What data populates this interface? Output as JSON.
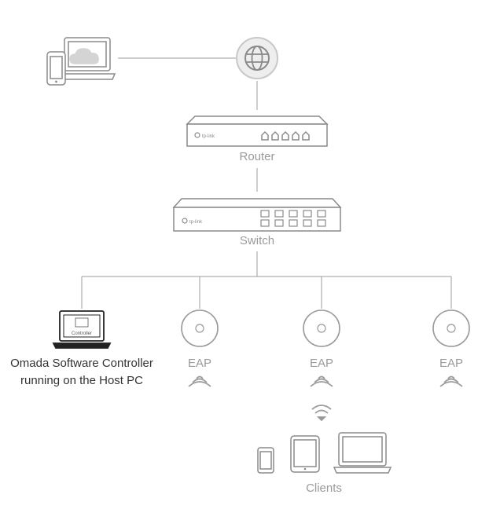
{
  "nodes": {
    "router": {
      "label": "Router",
      "brand": "tp-link"
    },
    "switch": {
      "label": "Switch",
      "brand": "tp-link"
    },
    "controller": {
      "screen_label": "Controller",
      "caption_line1": "Omada Software Controller",
      "caption_line2": "running on the Host PC"
    },
    "eaps": [
      {
        "label": "EAP"
      },
      {
        "label": "EAP"
      },
      {
        "label": "EAP"
      }
    ],
    "clients": {
      "label": "Clients"
    }
  },
  "colors": {
    "line": "#9e9e9e",
    "icon_stroke": "#8a8a8a",
    "cloud_fill": "#d4d4d4",
    "controller_stroke": "#222222",
    "label_gray": "#9a9a9a",
    "caption_dark": "#333333"
  }
}
